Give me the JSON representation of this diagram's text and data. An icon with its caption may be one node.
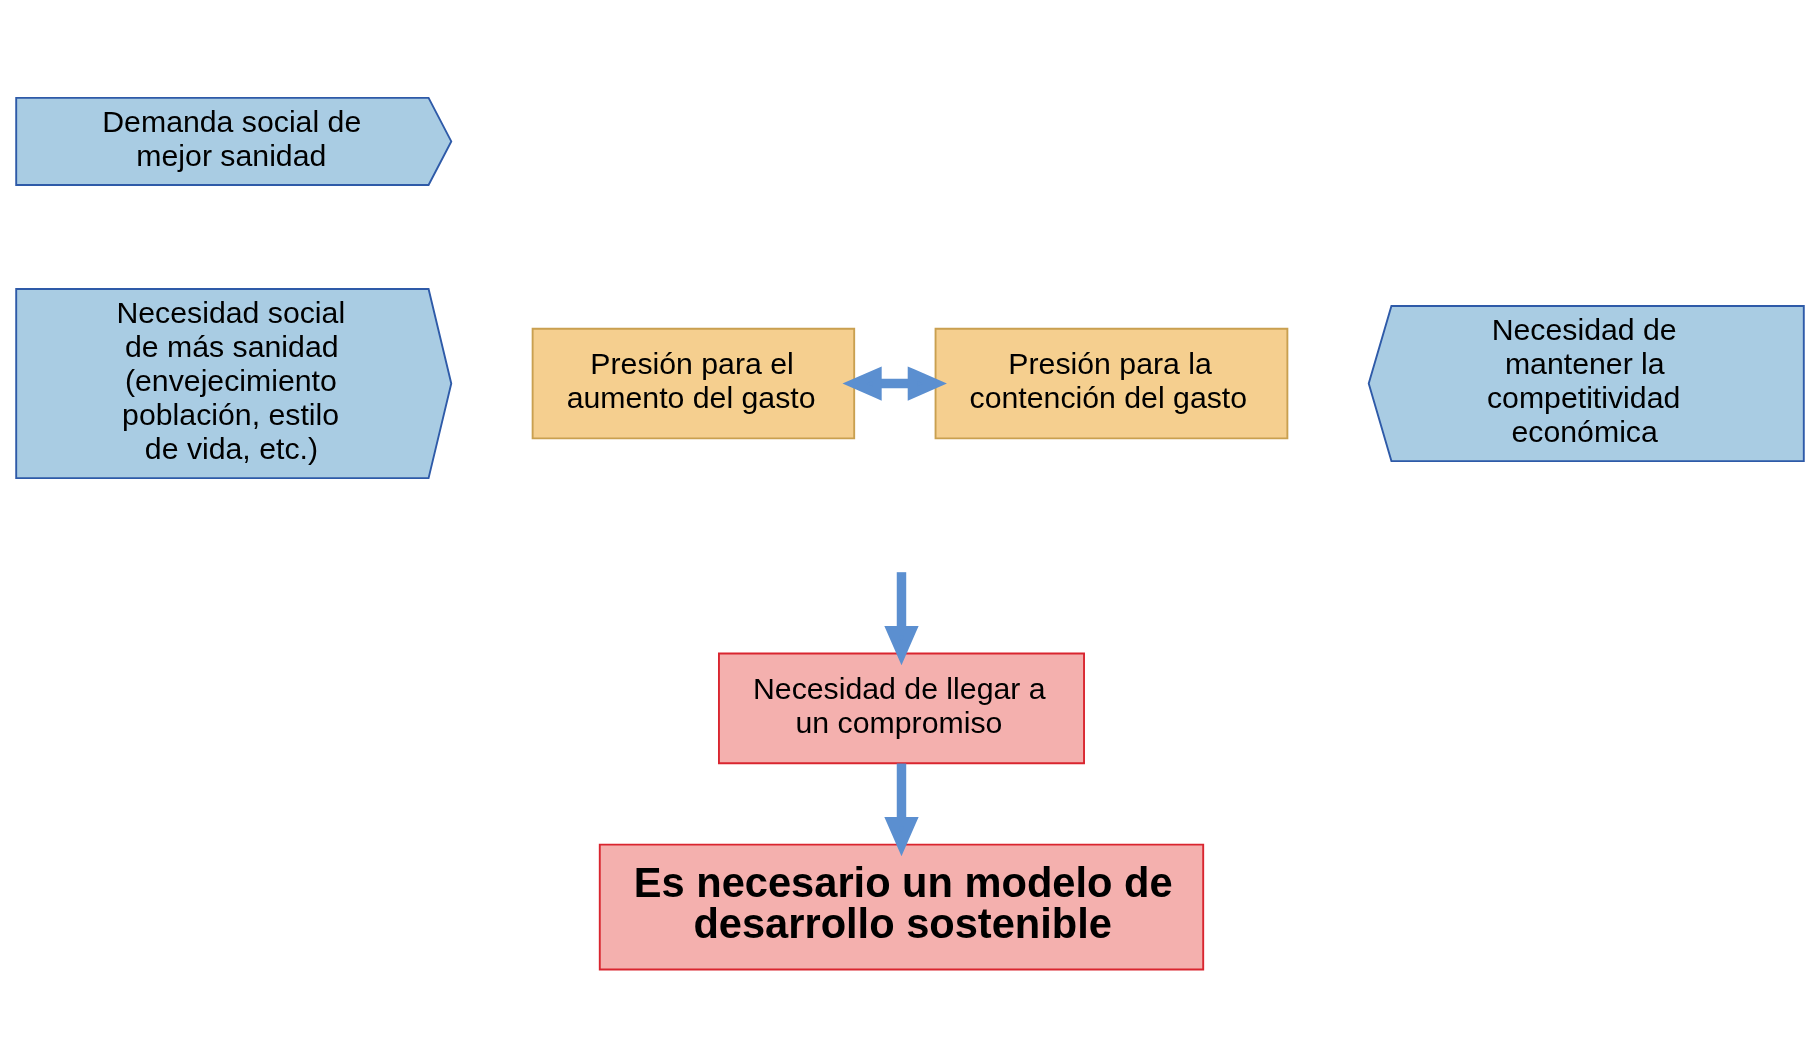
{
  "diagram": {
    "nodes": [
      {
        "text": [
          "Demanda social de mejor sanidad"
        ]
      },
      {
        "text": [
          "Necesidad social de más sanidad (envejecimiento población, estilo de vida, etc.)"
        ]
      },
      {
        "text": [
          "Presión para el aumento del gasto"
        ]
      },
      {
        "text": [
          "Presión para la contención del gasto"
        ]
      },
      {
        "text": [
          "Necesidad de mantener la competitividad económica"
        ]
      },
      {
        "text": [
          "Necesidad de llegar a un compromiso"
        ]
      },
      {
        "text": [
          "Es necesario un modelo de desarrollo sostenible"
        ]
      }
    ],
    "edges": [
      {
        "from": 2,
        "to": 3,
        "arrow": "both"
      },
      {
        "from": null,
        "to": 5,
        "arrow": "to"
      },
      {
        "from": 5,
        "to": 6,
        "arrow": "to"
      }
    ]
  }
}
